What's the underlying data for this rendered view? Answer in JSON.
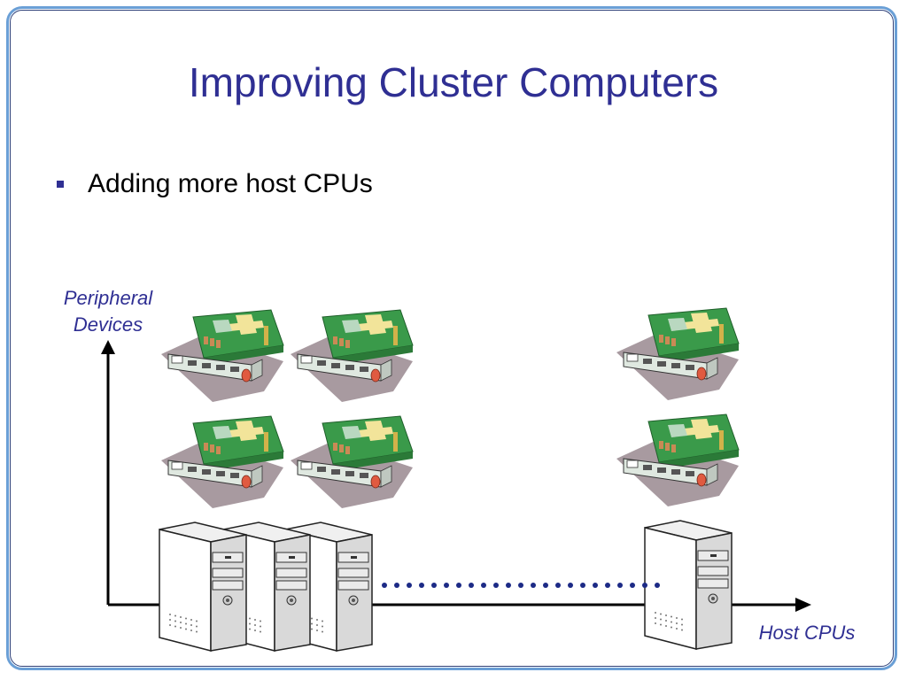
{
  "slide": {
    "title": "Improving Cluster Computers",
    "bullets": [
      {
        "text": "Adding more host CPUs"
      }
    ]
  },
  "diagram": {
    "y_axis_label": "Peripheral\nDevices",
    "x_axis_label": "Host CPUs",
    "host_cpu_icon": "tower-server-icon",
    "peripheral_icon": "expansion-card-icon",
    "peripheral_rows": 2
  },
  "colors": {
    "title": "#2f2f93",
    "frame_outer": "#6a9fd6",
    "frame_inner": "#2c3e77",
    "dots": "#1c2a86",
    "board": "#3a9a4a",
    "shadow": "#a89aa0"
  }
}
